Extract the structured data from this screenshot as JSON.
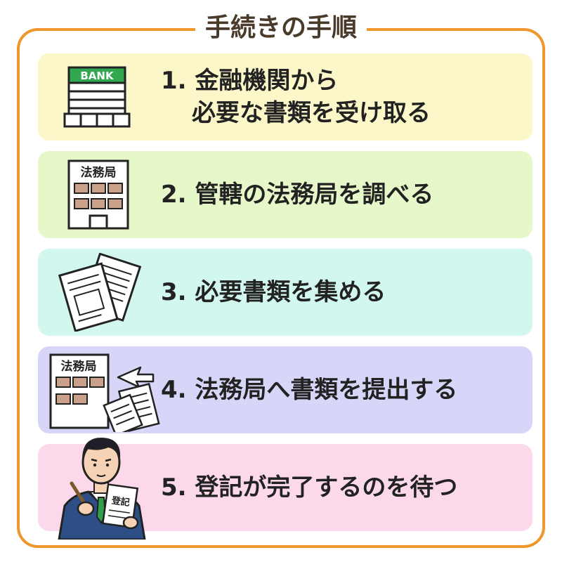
{
  "title": "手続きの手順",
  "colors": {
    "frame": "#f0962e",
    "step1_bg": "#fbf7c9",
    "step2_bg": "#e6f7c9",
    "step3_bg": "#d2f7ef",
    "step4_bg": "#d7d6f8",
    "step5_bg": "#fbd9ea"
  },
  "steps": [
    {
      "line1": "1. 金融機関から",
      "line2": "必要な書類を受け取る",
      "icon": "bank-building-icon",
      "icon_label": "BANK"
    },
    {
      "line1": "2. 管轄の法務局を調べる",
      "icon": "legal-affairs-bureau-building-icon",
      "icon_label": "法務局"
    },
    {
      "line1": "3. 必要書類を集める",
      "icon": "documents-icon"
    },
    {
      "line1": "4. 法務局へ書類を提出する",
      "icon": "submit-documents-to-bureau-icon",
      "icon_label": "法務局"
    },
    {
      "line1": "5. 登記が完了するのを待つ",
      "icon": "businessman-with-registration-document-icon",
      "icon_label": "登記"
    }
  ]
}
